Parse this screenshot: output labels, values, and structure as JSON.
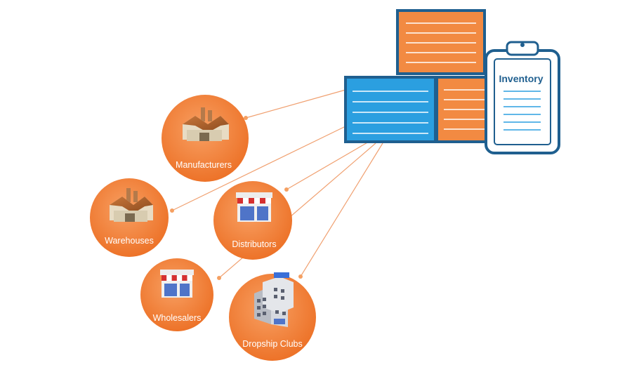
{
  "inventory": {
    "title": "Inventory"
  },
  "nodes": [
    {
      "id": "manufacturers",
      "label": "Manufacturers",
      "icon": "factory-icon"
    },
    {
      "id": "warehouses",
      "label": "Warehouses",
      "icon": "factory-icon"
    },
    {
      "id": "distributors",
      "label": "Distributors",
      "icon": "storefront-icon"
    },
    {
      "id": "wholesalers",
      "label": "Wholesalers",
      "icon": "storefront-icon"
    },
    {
      "id": "dropship-clubs",
      "label": "Dropship Clubs",
      "icon": "office-building-icon"
    }
  ],
  "colors": {
    "orange": "#f07a2f",
    "orange_light": "#f5a062",
    "navy": "#1f5f8f",
    "blue": "#2b9fe0",
    "connector": "#f0a070"
  }
}
